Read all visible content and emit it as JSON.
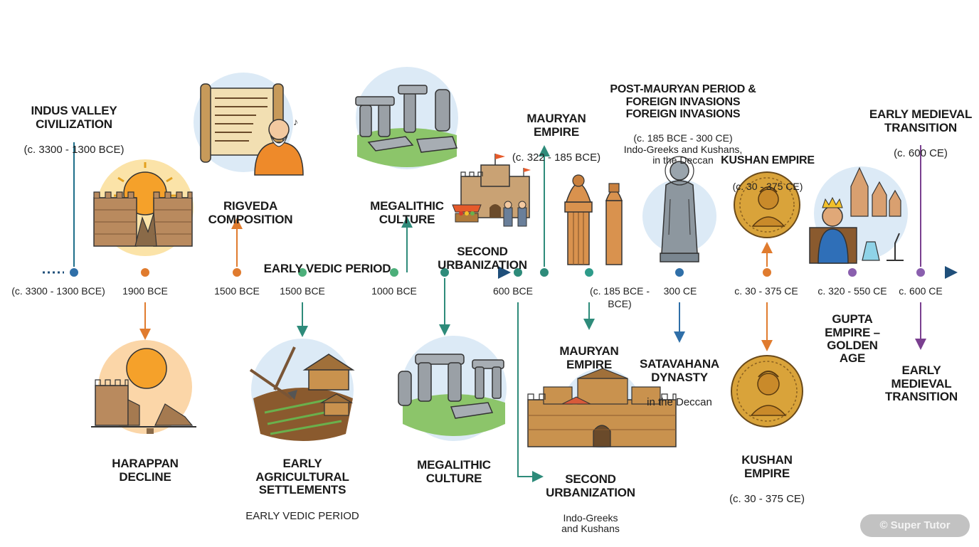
{
  "colors": {
    "axis": "#1f4f7a",
    "teal": "#2e8b7a",
    "orange": "#e07b2e",
    "purple": "#7a3f8f",
    "blue": "#2f6fa8"
  },
  "timeline": {
    "dates": [
      {
        "text": "(c. 3300 - 1300 BCE)"
      },
      {
        "text": "1900 BCE"
      },
      {
        "text": "1500 BCE"
      },
      {
        "text": "1500 BCE"
      },
      {
        "text": "1000 BCE"
      },
      {
        "text": "600 BCE"
      },
      {
        "text": "(c. 185 BCE -\nBCE)"
      },
      {
        "text": "300 CE"
      },
      {
        "text": "c. 30 - 375 CE"
      },
      {
        "text": "c. 320 - 550 CE"
      },
      {
        "text": "c. 600 CE"
      }
    ]
  },
  "events_top": [
    {
      "title": "INDUS VALLEY\nCIVILIZATION",
      "sub": "(c. 3300 - 1300 BCE)"
    },
    {
      "title": "RIGVEDA\nCOMPOSITION"
    },
    {
      "title": "EARLY VEDIC PERIOD"
    },
    {
      "title": "MEGALITHIC\nCULTURE"
    },
    {
      "title": "SECOND\nURBANIZATION"
    },
    {
      "title": "MAURYAN\nEMPIRE",
      "sub": "(c. 322 - 185 BCE)"
    },
    {
      "title": "POST-MAURYAN PERIOD &\nFOREIGN INVASIONS\nFOREIGN INVASIONS",
      "sub": "(c. 185 BCE - 300 CE)\nIndo-Greeks and Kushans,\nin the Deccan"
    },
    {
      "title": "KUSHAN EMPIRE",
      "sub": "(c. 30 - 375 CE)"
    },
    {
      "title": "EARLY MEDIEVAL\nTRANSITION",
      "sub": "(c. 600 CE)"
    }
  ],
  "events_bottom": [
    {
      "title": "HARAPPAN\nDECLINE"
    },
    {
      "title": "EARLY\nAGRICULTURAL\nSETTLEMENTS",
      "sub": "EARLY VEDIC PERIOD"
    },
    {
      "title": "MEGALITHIC\nCULTURE"
    },
    {
      "title": "MAURYAN\nEMPIRE"
    },
    {
      "title": "SECOND\nURBANIZATION",
      "sub": "Indo-Greeks\nand Kushans"
    },
    {
      "title": "SATAVAHANA\nDYNASTY",
      "sub": "in the Deccan"
    },
    {
      "title": "GUPTA\nEMPIRE –\nGOLDEN\nAGE"
    },
    {
      "title": "KUSHAN\nEMPIRE",
      "sub": "(c. 30 - 375 CE)"
    },
    {
      "title": "EARLY\nMEDIEVAL\nTRANSITION"
    }
  ],
  "illustrations": [
    {
      "icon": "fort-sun-icon"
    },
    {
      "icon": "scroll-sage-icon"
    },
    {
      "icon": "megalith-icon"
    },
    {
      "icon": "city-market-icon"
    },
    {
      "icon": "ashoka-pillar-icon"
    },
    {
      "icon": "buddha-statue-icon"
    },
    {
      "icon": "gold-coin-icon"
    },
    {
      "icon": "gupta-king-temple-icon"
    },
    {
      "icon": "ruined-fort-icon"
    },
    {
      "icon": "farm-plough-icon"
    },
    {
      "icon": "dolmen-icon"
    },
    {
      "icon": "mauryan-palace-icon"
    },
    {
      "icon": "gold-coin-icon"
    }
  ],
  "watermark": "© Super Tutor"
}
